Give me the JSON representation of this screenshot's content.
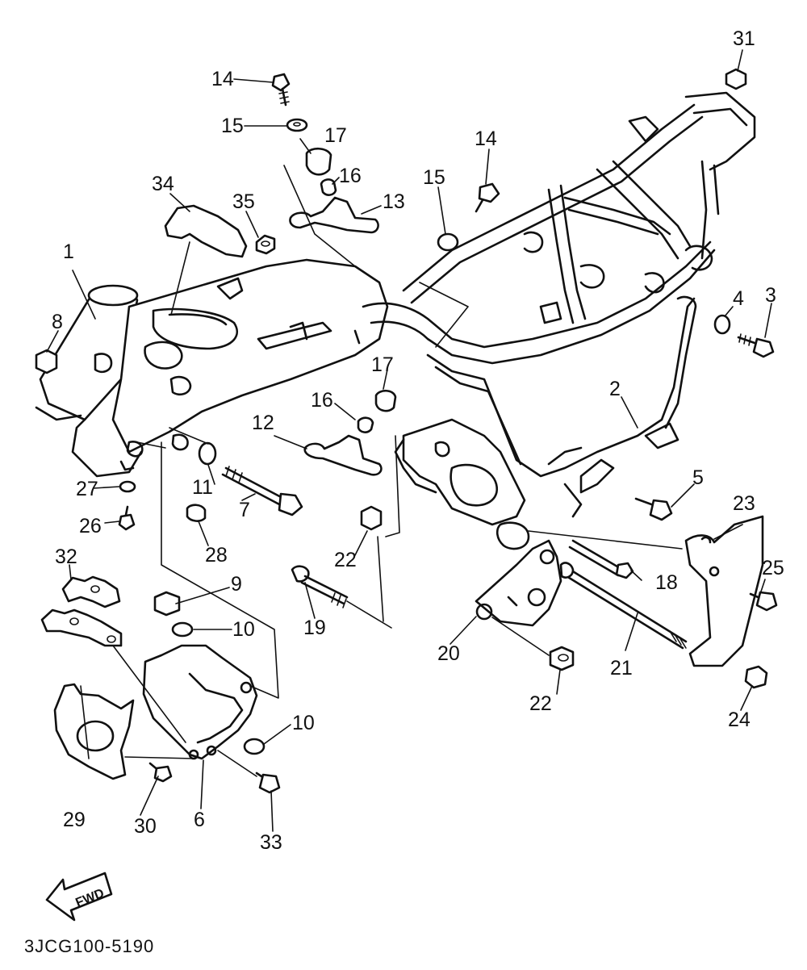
{
  "diagram": {
    "code": "3JCG100-5190",
    "fwd_label": "FWD",
    "callouts": [
      "1",
      "2",
      "3",
      "4",
      "5",
      "6",
      "7",
      "8",
      "9",
      "10",
      "10",
      "11",
      "12",
      "13",
      "14",
      "14",
      "15",
      "15",
      "16",
      "16",
      "17",
      "17",
      "18",
      "19",
      "20",
      "21",
      "22",
      "22",
      "23",
      "24",
      "25",
      "26",
      "27",
      "28",
      "29",
      "30",
      "31",
      "32",
      "33",
      "34",
      "35"
    ]
  }
}
